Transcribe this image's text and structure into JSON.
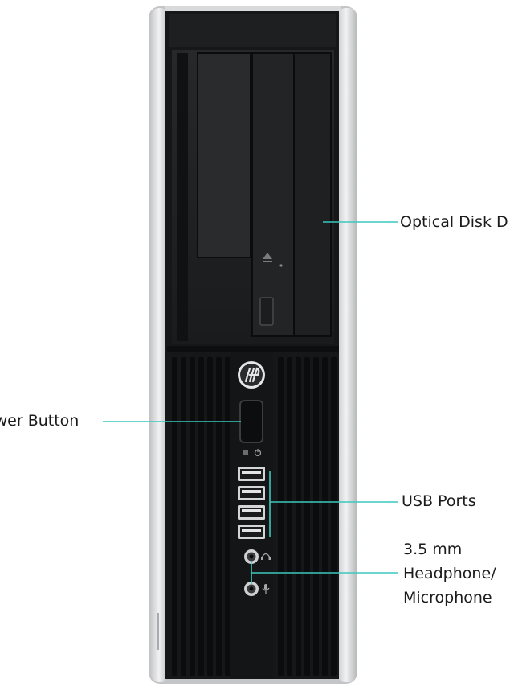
{
  "labels": {
    "optical_drive": "Optical Disk D",
    "power_button": "ower Button",
    "usb_ports": "USB Ports",
    "audio_line1": "3.5 mm",
    "audio_line2": "Headphone/",
    "audio_line3": "Microphone"
  },
  "colors": {
    "callout_line": "#3cc8bd",
    "case_silver": "#d9dadb",
    "case_black": "#161718",
    "label_text": "#1b1b1b"
  },
  "icons": {
    "brand": "hp-logo-icon",
    "eject": "eject-icon",
    "power": "power-icon",
    "headphone": "headphone-icon",
    "microphone": "microphone-icon"
  }
}
